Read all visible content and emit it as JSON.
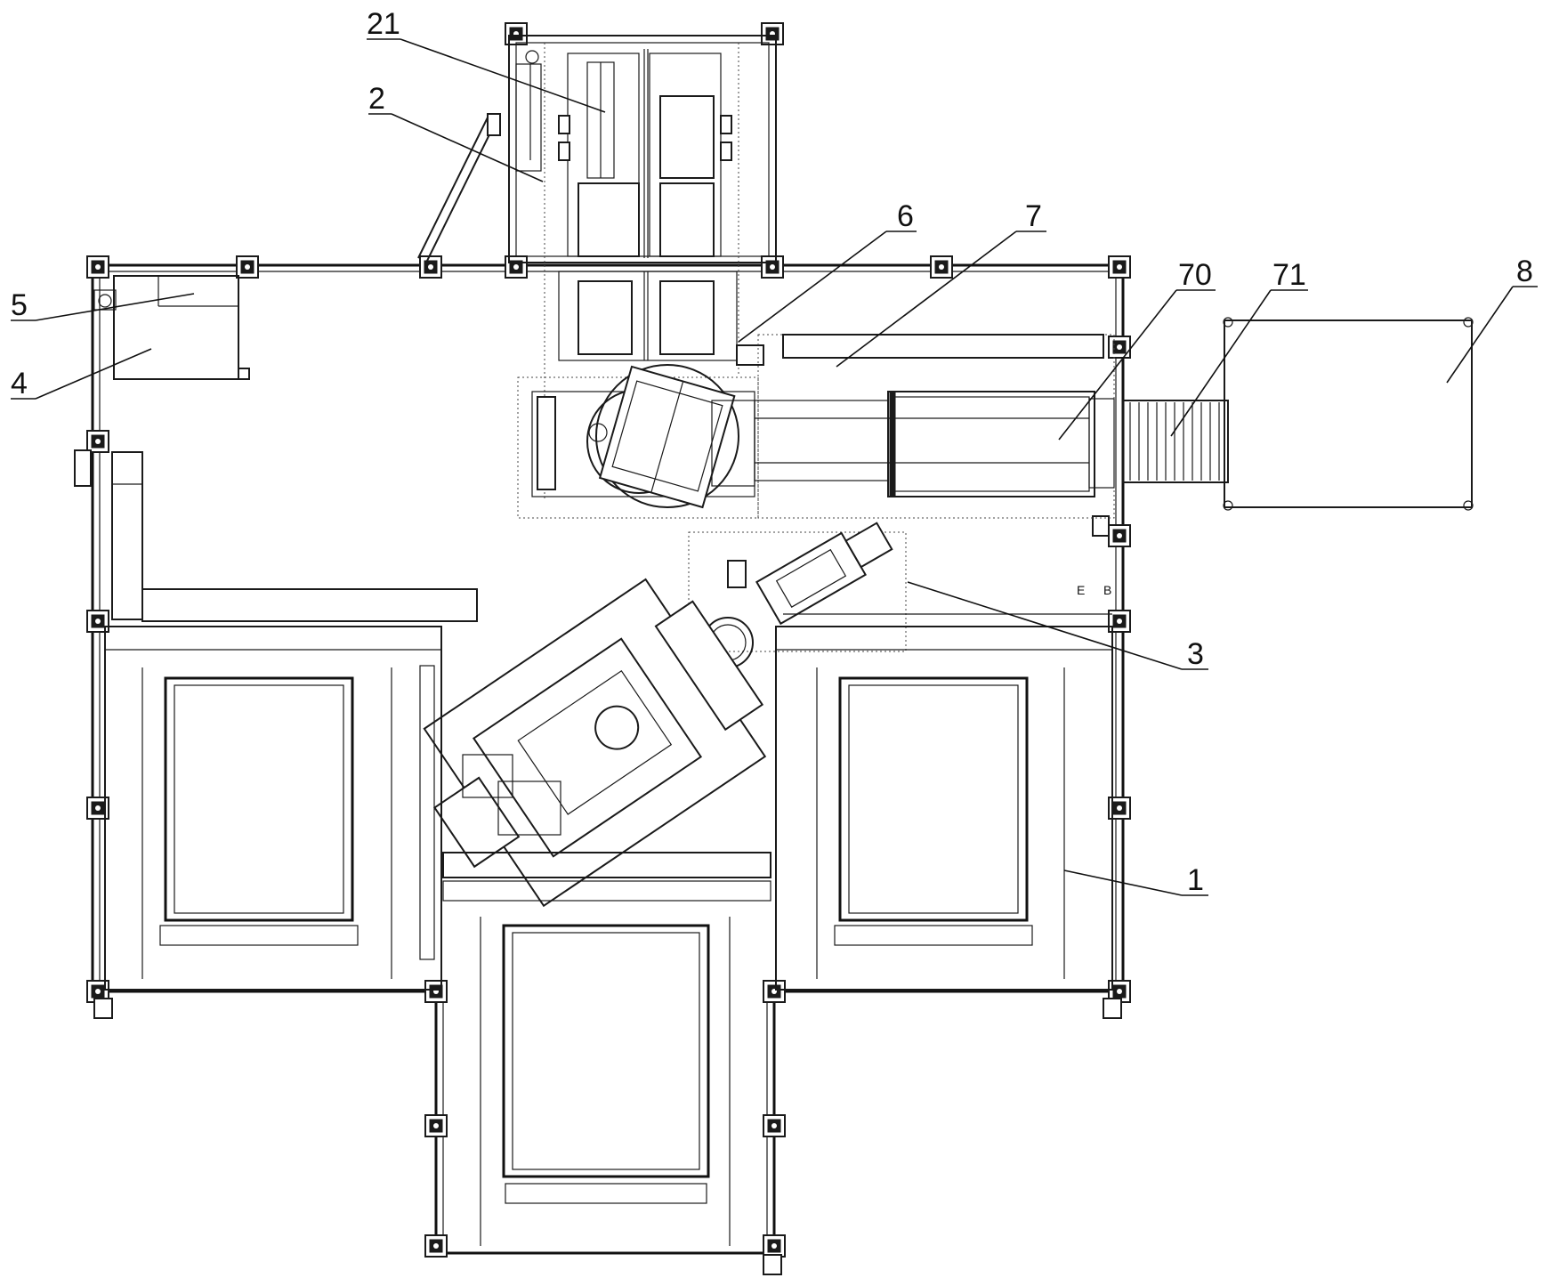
{
  "labels": [
    {
      "id": "label-21",
      "text": "21"
    },
    {
      "id": "label-2",
      "text": "2"
    },
    {
      "id": "label-5",
      "text": "5"
    },
    {
      "id": "label-4",
      "text": "4"
    },
    {
      "id": "label-6",
      "text": "6"
    },
    {
      "id": "label-7",
      "text": "7"
    },
    {
      "id": "label-70",
      "text": "70"
    },
    {
      "id": "label-71",
      "text": "71"
    },
    {
      "id": "label-8",
      "text": "8"
    },
    {
      "id": "label-3",
      "text": "3"
    },
    {
      "id": "label-1",
      "text": "1"
    }
  ],
  "small_marks": {
    "e_mark": "E",
    "b_mark": "B"
  }
}
